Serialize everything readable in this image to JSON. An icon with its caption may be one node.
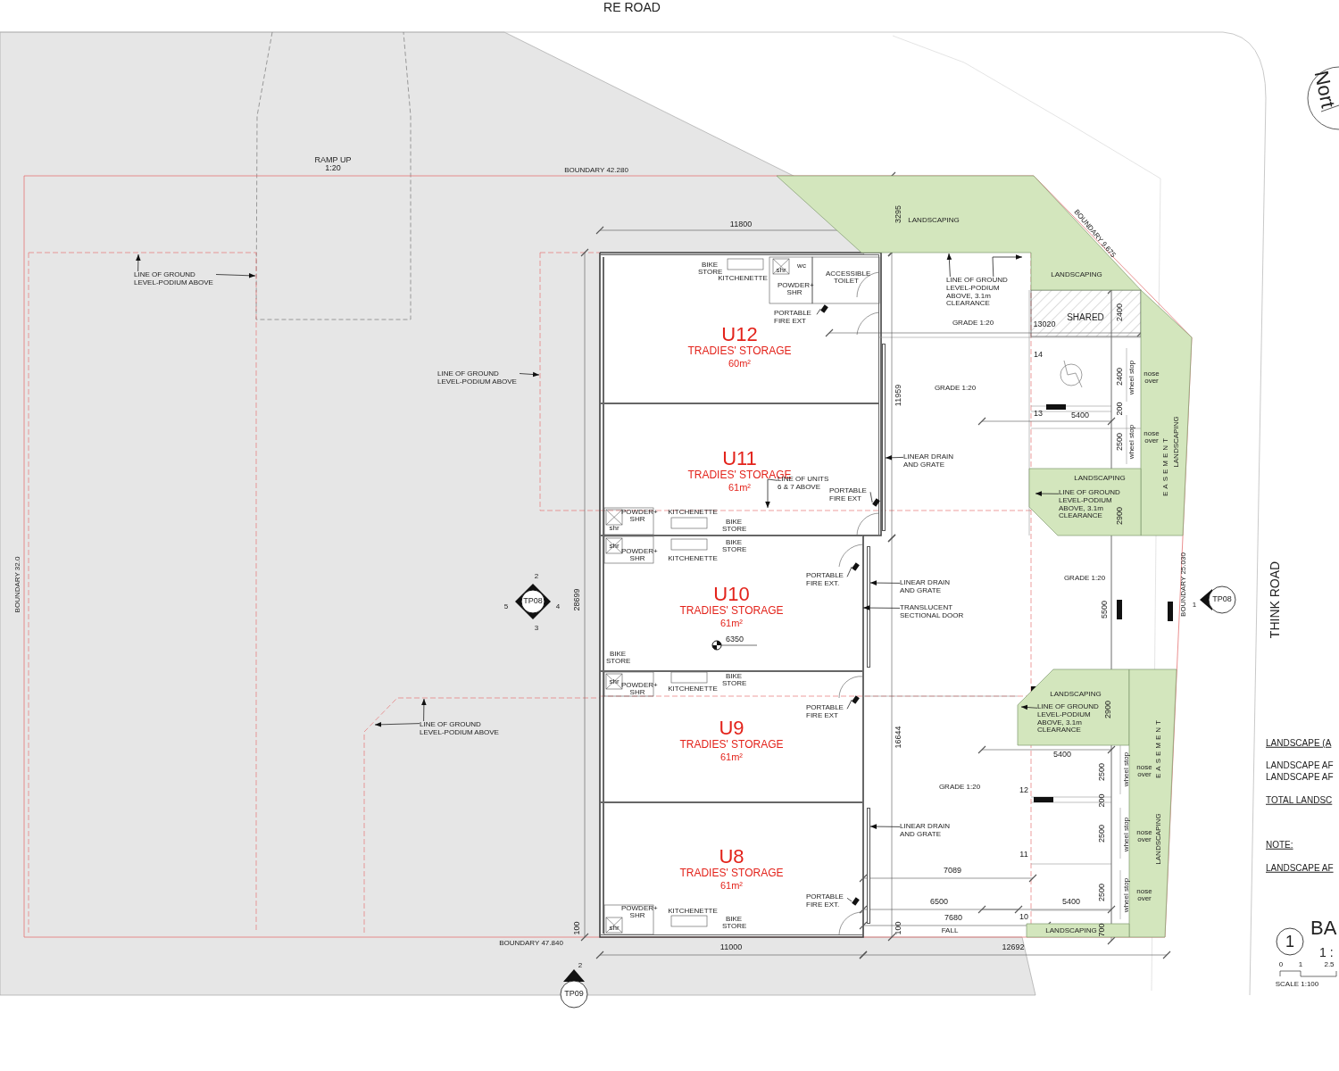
{
  "diagram": {
    "nodes": [
      {
        "text": [
          "U12",
          "TRADIES' STORAGE",
          "60m²"
        ]
      },
      {
        "text": [
          "U11",
          "TRADIES' STORAGE",
          "61m²"
        ]
      },
      {
        "text": [
          "U10",
          "TRADIES' STORAGE",
          "61m²"
        ]
      },
      {
        "text": [
          "U9",
          "TRADIES' STORAGE",
          "61m²"
        ]
      },
      {
        "text": [
          "U8",
          "TRADIES' STORAGE",
          "61m²"
        ]
      },
      {
        "text": [
          "SHARED"
        ]
      },
      {
        "text": [
          "LANDSCAPING",
          "LANDSCAPING"
        ]
      },
      {
        "text": [
          "LANDSCAPING"
        ]
      },
      {
        "text": [
          "LANDSCAPING"
        ]
      },
      {
        "text": [
          "LANDSCAPING"
        ]
      },
      {
        "text": [
          "LANDSCAPING"
        ]
      },
      {
        "text": [
          "LANDSCAPING"
        ]
      },
      {
        "text": [
          "TP08"
        ],
        "beside": [
          "2",
          "5",
          "4",
          "3"
        ]
      },
      {
        "text": [
          "TP08"
        ],
        "beside": [
          "1"
        ]
      },
      {
        "text": [
          "TP09"
        ],
        "beside": [
          "2"
        ]
      },
      {
        "text": [
          "1"
        ]
      },
      {
        "text": [
          "LINE OF GROUND LEVEL-PODIUM ABOVE"
        ]
      },
      {
        "text": [
          "LINE OF GROUND LEVEL-PODIUM ABOVE"
        ]
      },
      {
        "text": [
          "LINE OF GROUND LEVEL-PODIUM ABOVE"
        ]
      },
      {
        "text": [
          "LINE OF GROUND LEVEL-PODIUM ABOVE, 3.1m CLEARANCE"
        ]
      },
      {
        "text": [
          "PORTABLE FIRE EXT"
        ],
        "in": 0
      },
      {
        "text": [
          "LINE OF UNITS 6 & 7 ABOVE"
        ],
        "in": 1
      },
      {
        "text": [
          "PORTABLE FIRE EXT"
        ],
        "in": 1
      },
      {
        "text": [
          "LINEAR DRAIN AND GRATE"
        ]
      },
      {
        "text": [
          "LINE OF GROUND LEVEL-PODIUM ABOVE, 3.1m CLEARANCE"
        ],
        "in": 8
      },
      {
        "text": [
          "PORTABLE FIRE EXT."
        ],
        "in": 2
      },
      {
        "text": [
          "LINEAR DRAIN AND GRATE"
        ]
      },
      {
        "text": [
          "TRANSLUCENT SECTIONAL DOOR"
        ]
      },
      {
        "text": [
          "LINE OF GROUND LEVEL-PODIUM ABOVE, 3.1m CLEARANCE"
        ],
        "in": 9
      },
      {
        "text": [
          "PORTABLE FIRE EXT"
        ],
        "in": 3
      },
      {
        "text": [
          "LINEAR DRAIN AND GRATE"
        ]
      },
      {
        "text": [
          "PORTABLE FIRE EXT."
        ],
        "in": 4
      },
      {
        "text": [],
        "shape": "box",
        "in": 0
      },
      {
        "text": [],
        "shape": "box",
        "in": 1
      },
      {
        "text": [],
        "shape": "box",
        "in": 2
      },
      {
        "text": [],
        "shape": "box",
        "in": 3
      },
      {
        "text": [],
        "shape": "box",
        "in": 4
      },
      {
        "text": [],
        "shape": "bar"
      },
      {
        "text": [],
        "shape": "bar"
      },
      {
        "text": [],
        "shape": "bar"
      }
    ],
    "edges": [
      {
        "from": 16,
        "to": null,
        "arrow": "to"
      },
      {
        "from": 16,
        "to": null,
        "arrow": "to"
      },
      {
        "from": 17,
        "to": null,
        "arrow": "to"
      },
      {
        "from": 18,
        "to": null,
        "arrow": "to"
      },
      {
        "from": 18,
        "to": null,
        "arrow": "to"
      },
      {
        "from": 19,
        "to": null,
        "arrow": "to"
      },
      {
        "from": 19,
        "to": null,
        "arrow": "to"
      },
      {
        "from": 20,
        "to": 32,
        "arrow": "none"
      },
      {
        "from": 21,
        "to": null,
        "arrow": "to"
      },
      {
        "from": 22,
        "to": 33,
        "arrow": "none"
      },
      {
        "from": 23,
        "to": 37,
        "arrow": "to"
      },
      {
        "from": 24,
        "to": null,
        "arrow": "to"
      },
      {
        "from": 25,
        "to": 34,
        "arrow": "none"
      },
      {
        "from": 26,
        "to": 38,
        "arrow": "to"
      },
      {
        "from": 27,
        "to": 2,
        "arrow": "to"
      },
      {
        "from": 28,
        "to": null,
        "arrow": "to"
      },
      {
        "from": 29,
        "to": 35,
        "arrow": "none"
      },
      {
        "from": 30,
        "to": 39,
        "arrow": "to"
      },
      {
        "from": 31,
        "to": 36,
        "arrow": "none"
      }
    ],
    "labels": [
      "RE ROAD",
      "Nort",
      "RAMP UP 1:20",
      "BOUNDARY 42.280",
      "11800",
      "3295",
      "BOUNDARY 9.675",
      "BIKE STORE",
      "KITCHENETTE",
      "shr",
      "wc",
      "POWDER+ SHR",
      "ACCESSIBLE TOILET",
      "GRADE 1:20",
      "13020",
      "2400",
      "14",
      "2400",
      "wheel stop",
      "nose over",
      "GRADE 1:20",
      "11959",
      "200",
      "13",
      "5400",
      "2500",
      "wheel stop",
      "nose over",
      "EASEMENT",
      "2900",
      "POWDER+ SHR",
      "shr",
      "KITCHENETTE",
      "BIKE STORE",
      "shr",
      "POWDER+ SHR",
      "KITCHENETTE",
      "BIKE STORE",
      "28699",
      "GRADE 1:20",
      "5500",
      "BOUNDARY 25.030",
      "THINK ROAD",
      "6350",
      "BIKE STORE",
      "shr",
      "POWDER+ SHR",
      "KITCHENETTE",
      "BIKE STORE",
      "2900",
      "5400",
      "LANDSCAPE (A",
      "LANDSCAPE AF",
      "LANDSCAPE AF",
      "TOTAL LANDSC",
      "2500",
      "wheel stop",
      "nose over",
      "EASEMENT",
      "12",
      "16644",
      "200",
      "GRADE 1:20",
      "2500",
      "wheel stop",
      "nose over",
      "NOTE:",
      "11",
      "7089",
      "LANDSCAPE AF",
      "2500",
      "wheel stop",
      "nose over",
      "6500",
      "5400",
      "POWDER+ SHR",
      "KITCHENETTE",
      "7680",
      "10",
      "100",
      "shr",
      "BIKE STORE",
      "100",
      "FALL",
      "700",
      "BA",
      "BOUNDARY 47.840",
      "11000",
      "12692",
      "1 :",
      "0",
      "1",
      "2.5",
      "SCALE 1:100",
      "BOUNDARY 32.0"
    ]
  }
}
